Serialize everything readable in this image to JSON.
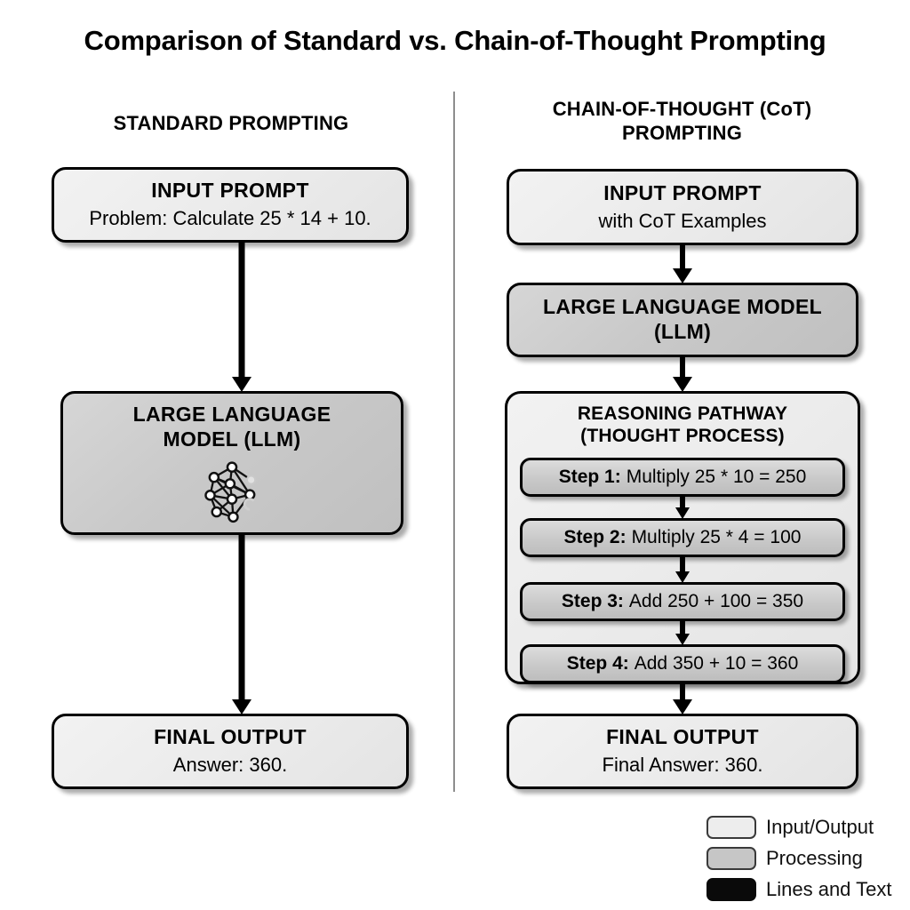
{
  "title": "Comparison of Standard vs. Chain-of-Thought Prompting",
  "divider": {
    "name": "column-divider"
  },
  "columns": {
    "left": {
      "header": "STANDARD PROMPTING",
      "nodes": {
        "input": {
          "title": "INPUT PROMPT",
          "body": "Problem: Calculate 25 * 14 + 10.",
          "type": "Input/Output"
        },
        "llm": {
          "title_line1": "LARGE LANGUAGE",
          "title_line2": "MODEL (LLM)",
          "icon": "neural-network-icon",
          "type": "Processing"
        },
        "output": {
          "title": "FINAL OUTPUT",
          "body": "Answer: 360.",
          "type": "Input/Output"
        }
      }
    },
    "right": {
      "header_line1": "CHAIN-OF-THOUGHT (CoT)",
      "header_line2": "PROMPTING",
      "nodes": {
        "input": {
          "title": "INPUT PROMPT",
          "body": "with CoT Examples",
          "type": "Input/Output"
        },
        "llm": {
          "title_line1": "LARGE LANGUAGE MODEL",
          "title_line2": "(LLM)",
          "type": "Processing"
        },
        "reasoning": {
          "title_line1": "REASONING PATHWAY",
          "title_line2": "(THOUGHT PROCESS)",
          "type": "Input/Output",
          "steps": [
            {
              "label": "Step 1:",
              "text": "Multiply 25 * 10 = 250"
            },
            {
              "label": "Step 2:",
              "text": "Multiply 25 * 4 = 100"
            },
            {
              "label": "Step 3:",
              "text": "Add 250 + 100 = 350"
            },
            {
              "label": "Step 4:",
              "text": "Add 350 + 10 = 360"
            }
          ]
        },
        "output": {
          "title": "FINAL OUTPUT",
          "body": "Final Answer: 360.",
          "type": "Input/Output"
        }
      }
    }
  },
  "legend": {
    "items": [
      {
        "label": "Input/Output",
        "color": "#ededed"
      },
      {
        "label": "Processing",
        "color": "#c6c6c6"
      },
      {
        "label": "Lines and Text",
        "color": "#0a0a0a"
      }
    ]
  }
}
